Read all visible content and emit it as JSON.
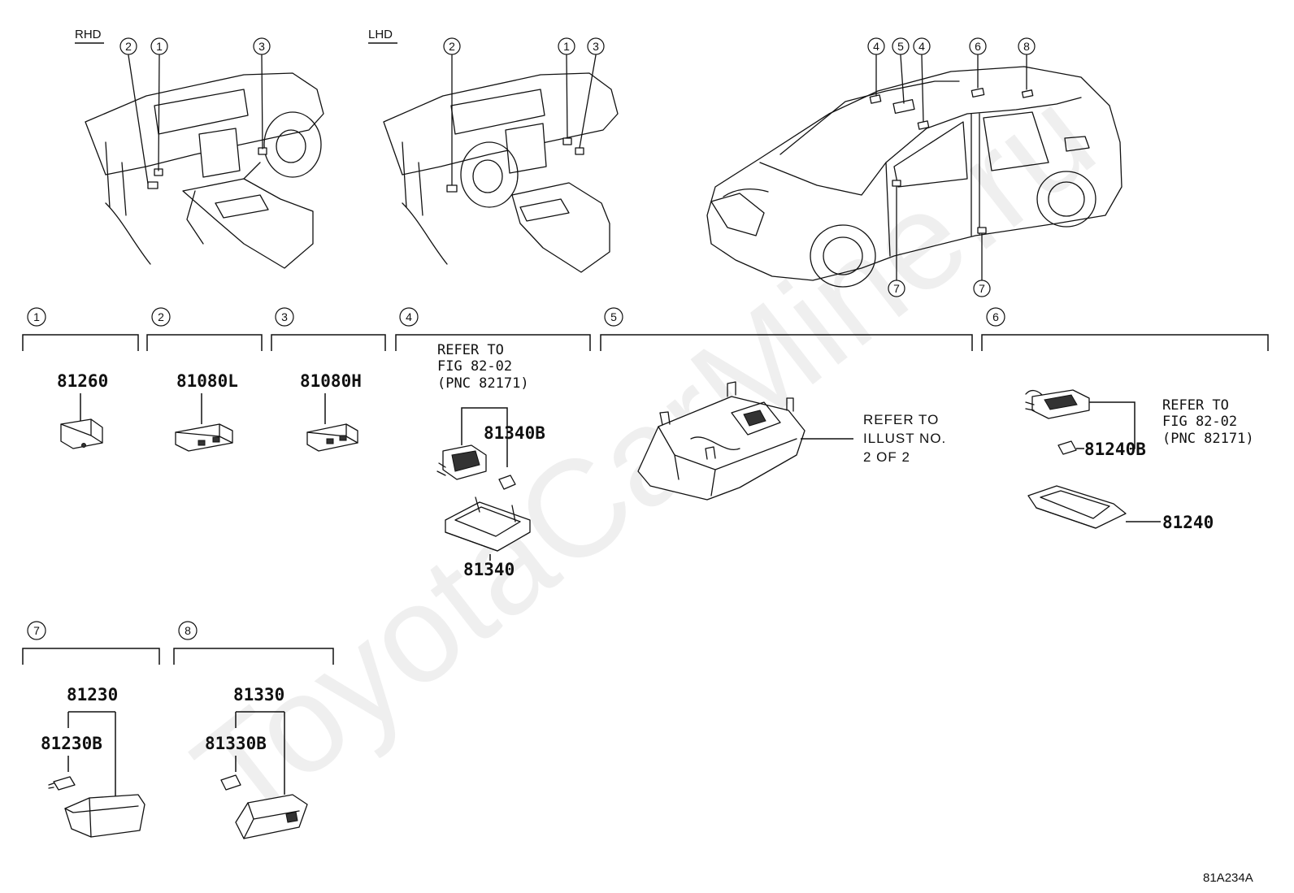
{
  "watermark": "ToyotaCarMine.ru",
  "figure_code": "81A234A",
  "views": {
    "rhd_label": "RHD",
    "lhd_label": "LHD",
    "rhd_callouts": [
      "2",
      "1",
      "3"
    ],
    "lhd_callouts": [
      "2",
      "1",
      "3"
    ],
    "car_top_callouts": [
      "4",
      "5",
      "4",
      "6",
      "8"
    ],
    "car_bottom_callouts": [
      "7",
      "7"
    ]
  },
  "groups": [
    {
      "num": "1",
      "parts": [
        "81260"
      ]
    },
    {
      "num": "2",
      "parts": [
        "81080L"
      ]
    },
    {
      "num": "3",
      "parts": [
        "81080H"
      ]
    },
    {
      "num": "4",
      "note": [
        "REFER TO",
        "FIG 82-02",
        "(PNC 82171)"
      ],
      "parts": [
        "81340B",
        "81340"
      ]
    },
    {
      "num": "5",
      "note": [
        "REFER TO",
        "ILLUST NO.",
        "2 OF 2"
      ]
    },
    {
      "num": "6",
      "note": [
        "REFER TO",
        "FIG 82-02",
        "(PNC 82171)"
      ],
      "parts": [
        "81240B",
        "81240"
      ]
    },
    {
      "num": "7",
      "parts": [
        "81230",
        "81230B"
      ]
    },
    {
      "num": "8",
      "parts": [
        "81330",
        "81330B"
      ]
    }
  ]
}
